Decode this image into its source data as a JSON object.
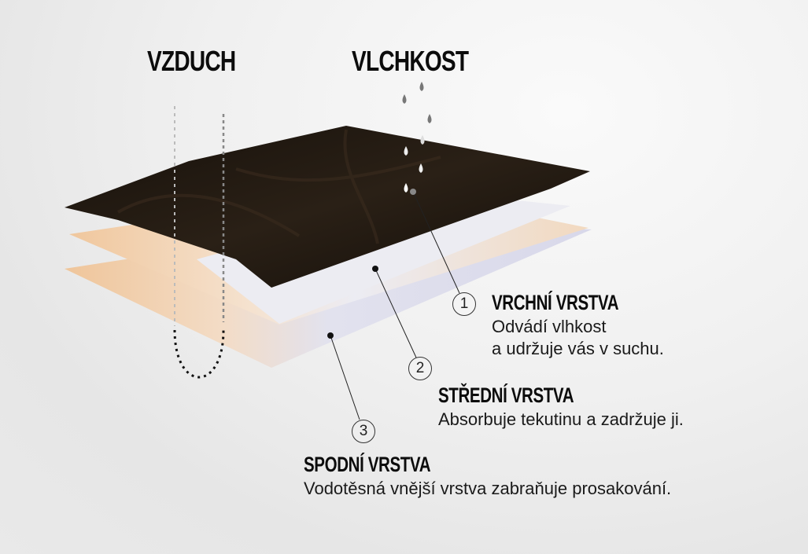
{
  "headings": {
    "air": "VZDUCH",
    "moisture": "VLCHKOST"
  },
  "layers": [
    {
      "number": "1",
      "title": "VRCHNÍ VRSTVA",
      "lines": [
        "Odvádí vlhkost",
        "a udržuje vás v suchu."
      ]
    },
    {
      "number": "2",
      "title": "STŘEDNÍ VRSTVA",
      "lines": [
        "Absorbuje tekutinu a zadržuje ji."
      ]
    },
    {
      "number": "3",
      "title": "SPODNÍ VRSTVA",
      "lines": [
        "Vodotěsná vnější vrstva zabraňuje prosakování."
      ]
    }
  ],
  "colors": {
    "top_layer": "#1e1710",
    "middle_layer": "#e8e8f0",
    "bottom_layer": "#dcdceb",
    "peach": "#f2c9a0",
    "text": "#111111"
  }
}
